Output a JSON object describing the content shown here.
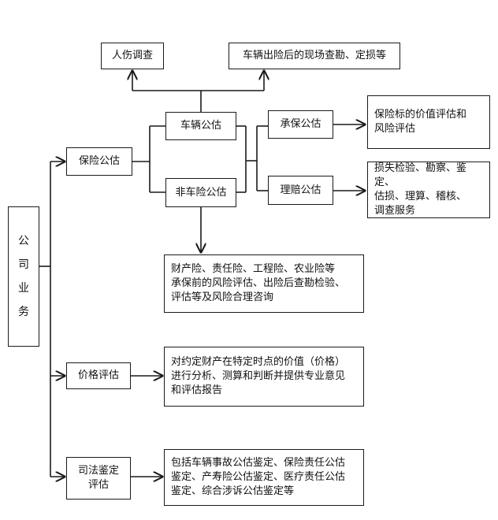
{
  "diagram": {
    "root": "公\n司\n业\n务",
    "insurance": "保险公估",
    "vehicle": "车辆公估",
    "nonvehicle": "非车险公估",
    "injury": "人伤调查",
    "onsite": "车辆出险后的现场查勘、定损等",
    "underwriting": "承保公估",
    "claims": "理赔公估",
    "underwriting_desc": "保险标的价值评估和\n风险评估",
    "claims_desc": "损失检验、勘察、鉴定、\n估损、理算、稽核、\n调查服务",
    "nonvehicle_desc": "财产险、责任险、工程险、农业险等\n承保前的风险评估、出险后查勘检验、\n评估等及风险合理咨询",
    "price": "价格评估",
    "price_desc": "对约定财产在特定时点的价值（价格）\n进行分析、测算和判断并提供专业意见\n和评估报告",
    "judicial": "司法鉴定\n评估",
    "judicial_desc": "包括车辆事故公估鉴定、保险责任公估\n鉴定、产寿险公估鉴定、医疗责任公估\n鉴定、综合涉诉公估鉴定等"
  },
  "colors": {
    "line": "#1a1a1a",
    "background": "#ffffff",
    "text": "#111111"
  }
}
